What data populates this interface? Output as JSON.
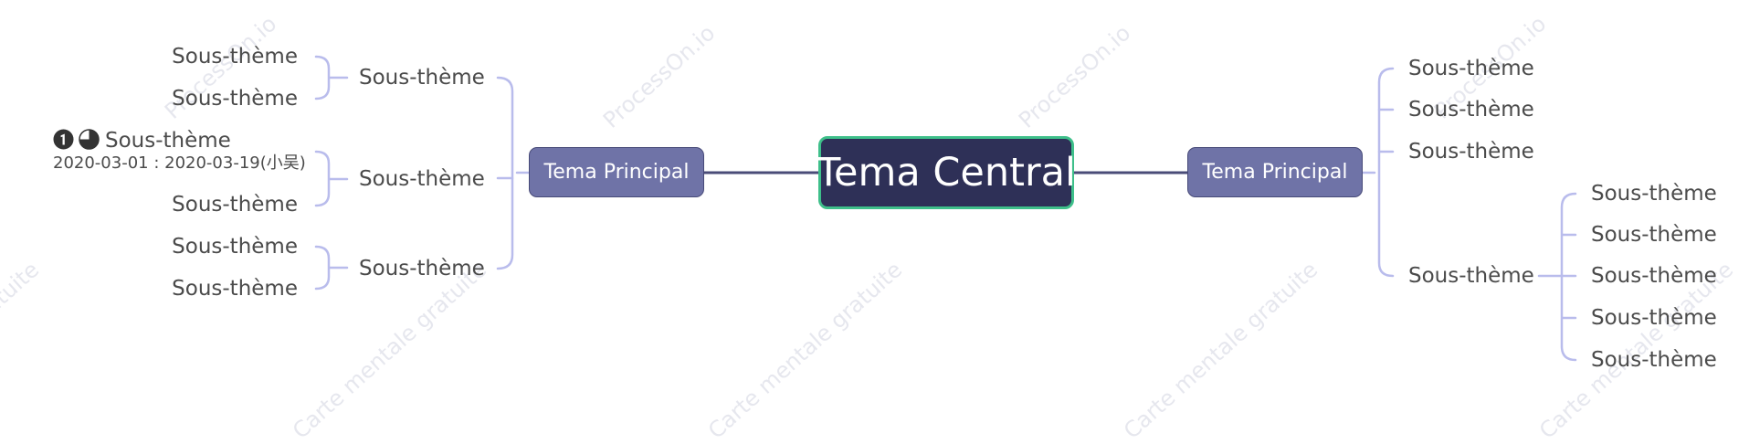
{
  "watermarks": [
    "ProcessOn.io",
    "Carte mentale gratuite"
  ],
  "colors": {
    "central_fill": "#2e3057",
    "central_border": "#3ebf8a",
    "main_fill": "#6f73a7",
    "main_border": "#474a78",
    "connector": "#4a4c78",
    "branch_line": "#b9bcec",
    "text": "#4b4b4b",
    "watermark": "#e6e7ee"
  },
  "central": {
    "label": "Tema Central"
  },
  "left": {
    "main_label": "Tema Principal",
    "subs": [
      {
        "label": "Sous-thème",
        "children": [
          {
            "label": "Sous-thème"
          },
          {
            "label": "Sous-thème"
          }
        ]
      },
      {
        "label": "Sous-thème",
        "children": [
          {
            "label": "Sous-thème",
            "markers": [
              "priority-1-icon",
              "progress-75-icon"
            ],
            "dates": "2020-03-01 : 2020-03-19(小吴)"
          },
          {
            "label": "Sous-thème"
          }
        ]
      },
      {
        "label": "Sous-thème",
        "children": [
          {
            "label": "Sous-thème"
          },
          {
            "label": "Sous-thème"
          }
        ]
      }
    ]
  },
  "right": {
    "main_label": "Tema Principal",
    "subs": [
      {
        "label": "Sous-thème"
      },
      {
        "label": "Sous-thème"
      },
      {
        "label": "Sous-thème"
      },
      {
        "label": "Sous-thème",
        "children": [
          {
            "label": "Sous-thème"
          },
          {
            "label": "Sous-thème"
          },
          {
            "label": "Sous-thème"
          },
          {
            "label": "Sous-thème"
          },
          {
            "label": "Sous-thème"
          }
        ]
      }
    ]
  }
}
